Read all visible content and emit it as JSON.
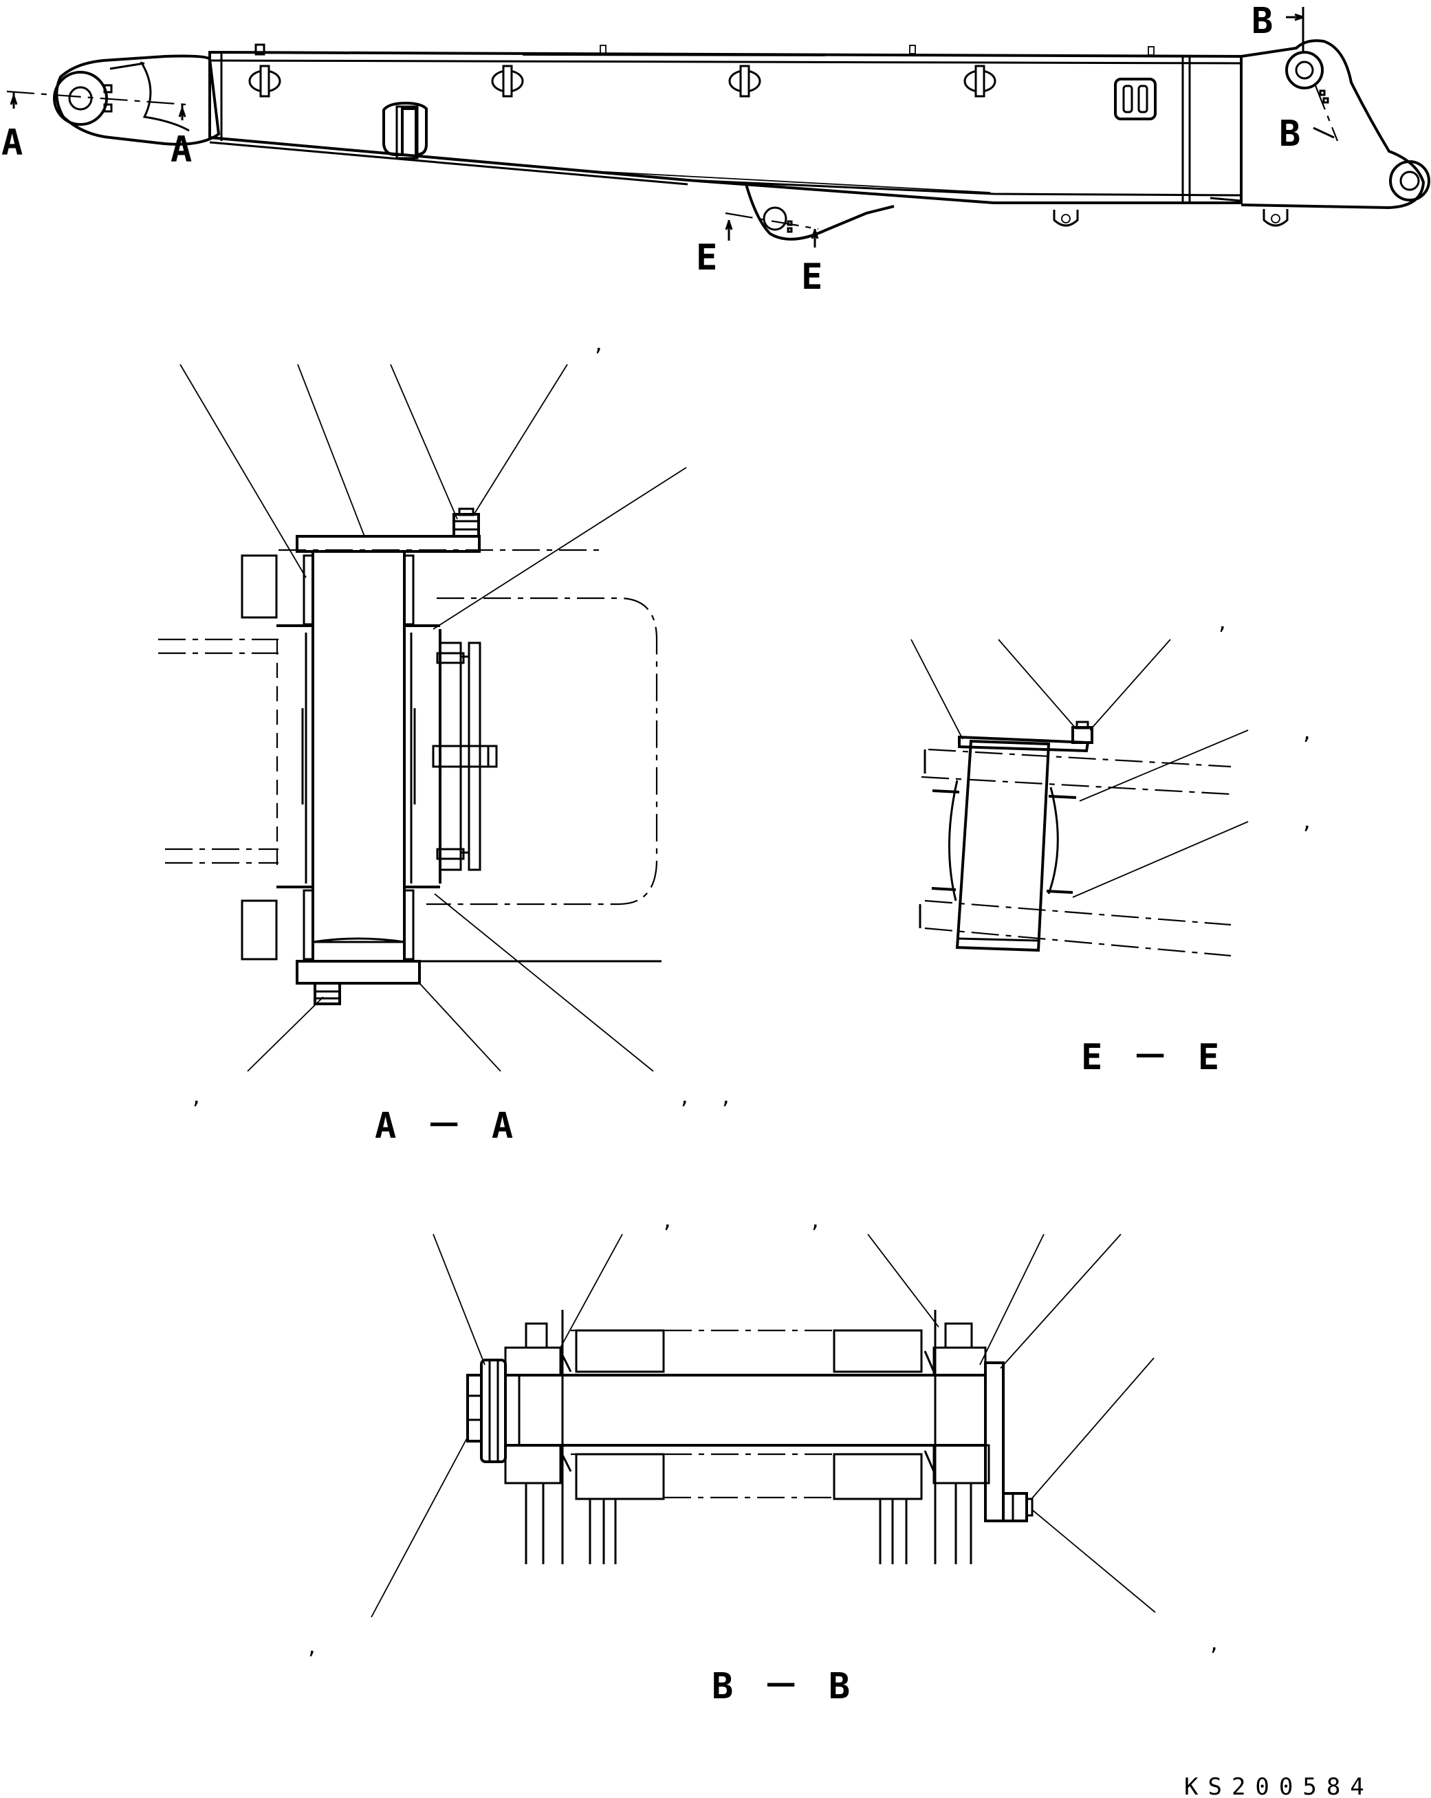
{
  "top_view": {
    "section_marks": {
      "a_left": "A",
      "a_right": "A",
      "b_top": "B",
      "b_bottom": "B",
      "e_left": "E",
      "e_right": "E"
    }
  },
  "section_titles": {
    "aa": "A － A",
    "ee": "E － E",
    "bb": "B － B"
  },
  "drawing_code": "KS200584",
  "comma_mark": ","
}
